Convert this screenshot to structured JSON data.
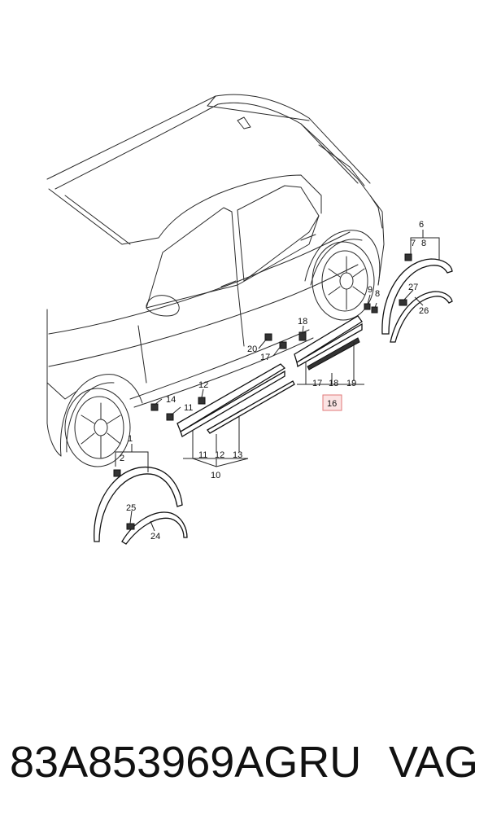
{
  "footer": {
    "part_number": "83A853969AGRU",
    "brand": "VAG"
  },
  "callouts": {
    "c1": "1",
    "c2": "2",
    "c6": "6",
    "c7": "7",
    "c8a": "8",
    "c8b": "8",
    "c9": "9",
    "c10": "10",
    "c11a": "11",
    "c11b": "11",
    "c12a": "12",
    "c12b": "12",
    "c13": "13",
    "c14": "14",
    "c16": "16",
    "c17a": "17",
    "c17b": "17",
    "c18a": "18",
    "c18b": "18",
    "c19": "19",
    "c20": "20",
    "c24": "24",
    "c25": "25",
    "c26": "26",
    "c27": "27"
  },
  "colors": {
    "highlight_fill": "#fbe3e3",
    "highlight_stroke": "#e07a7a"
  }
}
